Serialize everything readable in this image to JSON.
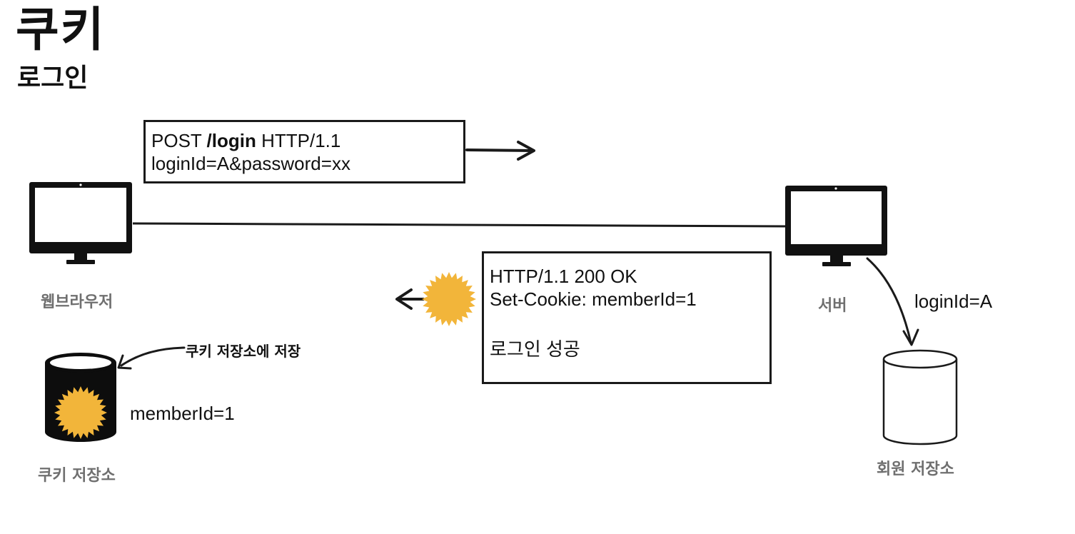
{
  "title": "쿠키",
  "subtitle": "로그인",
  "request": {
    "line1_method": "POST ",
    "line1_path": "/login",
    "line1_protocol": " HTTP/1.1",
    "line2": "loginId=A&password=xx"
  },
  "response": {
    "line1": "HTTP/1.1 200 OK",
    "line2": "Set-Cookie: memberId=1",
    "line3": "로그인 성공"
  },
  "browser": {
    "label": "웹브라우저",
    "icon": "monitor-icon"
  },
  "server": {
    "label": "서버",
    "icon": "monitor-icon"
  },
  "cookie_store": {
    "label": "쿠키 저장소",
    "annotation": "쿠키 저장소에 저장",
    "value": "memberId=1",
    "icon": "database-icon"
  },
  "member_store": {
    "label": "회원 저장소",
    "query": "loginId=A",
    "icon": "database-icon"
  },
  "colors": {
    "cookie": "#f2b53a",
    "ink": "#111111",
    "muted": "#6f6f6f"
  }
}
